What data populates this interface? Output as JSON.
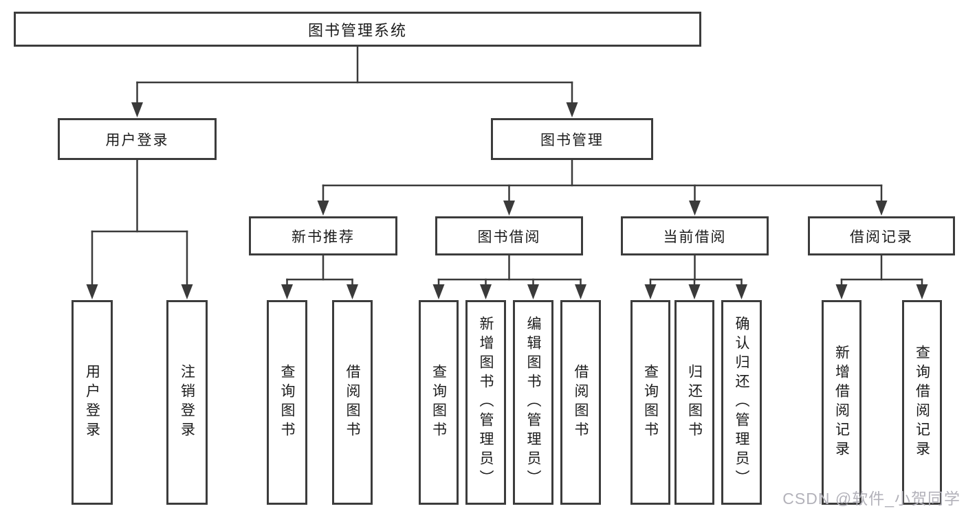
{
  "diagram": {
    "line_color": "#3a3a3a",
    "border_color": "#3c3c3c",
    "text_color": "#1c1c1c",
    "nodes": [
      {
        "id": "root",
        "label": "图书管理系统",
        "text_direction": "horizontal"
      },
      {
        "id": "user-login",
        "label": "用户登录",
        "parent": "root",
        "text_direction": "horizontal"
      },
      {
        "id": "book-management",
        "label": "图书管理",
        "parent": "root",
        "text_direction": "horizontal"
      },
      {
        "id": "new-book-recommendation",
        "label": "新书推荐",
        "parent": "book-management",
        "text_direction": "horizontal"
      },
      {
        "id": "book-borrowing",
        "label": "图书借阅",
        "parent": "book-management",
        "text_direction": "horizontal"
      },
      {
        "id": "current-borrowing",
        "label": "当前借阅",
        "parent": "book-management",
        "text_direction": "horizontal"
      },
      {
        "id": "borrowing-records",
        "label": "借阅记录",
        "parent": "book-management",
        "text_direction": "horizontal"
      },
      {
        "id": "leaf-user-login",
        "label": "用户登录",
        "parent": "user-login",
        "text_direction": "vertical"
      },
      {
        "id": "leaf-logout",
        "label": "注销登录",
        "parent": "user-login",
        "text_direction": "vertical"
      },
      {
        "id": "leaf-query-books-recommend",
        "label": "查询图书",
        "parent": "new-book-recommendation",
        "text_direction": "vertical"
      },
      {
        "id": "leaf-borrow-books-recommend",
        "label": "借阅图书",
        "parent": "new-book-recommendation",
        "text_direction": "vertical"
      },
      {
        "id": "leaf-query-books-borrow",
        "label": "查询图书",
        "parent": "book-borrowing",
        "text_direction": "vertical"
      },
      {
        "id": "leaf-add-books-admin",
        "label": "新增图书（管理员）",
        "parent": "book-borrowing",
        "text_direction": "vertical"
      },
      {
        "id": "leaf-edit-books-admin",
        "label": "编辑图书（管理员）",
        "parent": "book-borrowing",
        "text_direction": "vertical"
      },
      {
        "id": "leaf-borrow-books-borrow",
        "label": "借阅图书",
        "parent": "book-borrowing",
        "text_direction": "vertical"
      },
      {
        "id": "leaf-query-books-current",
        "label": "查询图书",
        "parent": "current-borrowing",
        "text_direction": "vertical"
      },
      {
        "id": "leaf-return-books",
        "label": "归还图书",
        "parent": "current-borrowing",
        "text_direction": "vertical"
      },
      {
        "id": "leaf-confirm-return-admin",
        "label": "确认归还（管理员）",
        "parent": "current-borrowing",
        "text_direction": "vertical"
      },
      {
        "id": "leaf-add-borrow-record",
        "label": "新增借阅记录",
        "parent": "borrowing-records",
        "text_direction": "vertical"
      },
      {
        "id": "leaf-query-borrow-record",
        "label": "查询借阅记录",
        "parent": "borrowing-records",
        "text_direction": "vertical"
      }
    ]
  },
  "watermark": {
    "text": "CSDN @软件_小贺同学",
    "color": "#b3b2ba"
  }
}
